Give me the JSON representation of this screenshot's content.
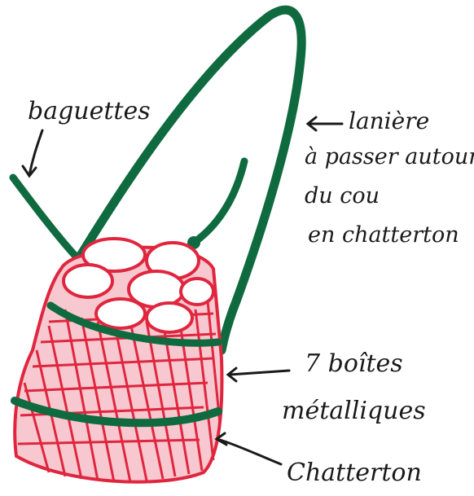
{
  "labels": {
    "baguettes": "baguettes",
    "laniere": [
      "lanière",
      "à passer autour",
      "du cou",
      "en chatterton"
    ],
    "boites": [
      "7 boîtes",
      "métalliques"
    ],
    "chatterton": "Chatterton"
  },
  "colors": {
    "strap": "#0f6b3f",
    "boxes": "#e0263f",
    "box_lids": "#ffffff",
    "ink": "#1a1a1a"
  }
}
